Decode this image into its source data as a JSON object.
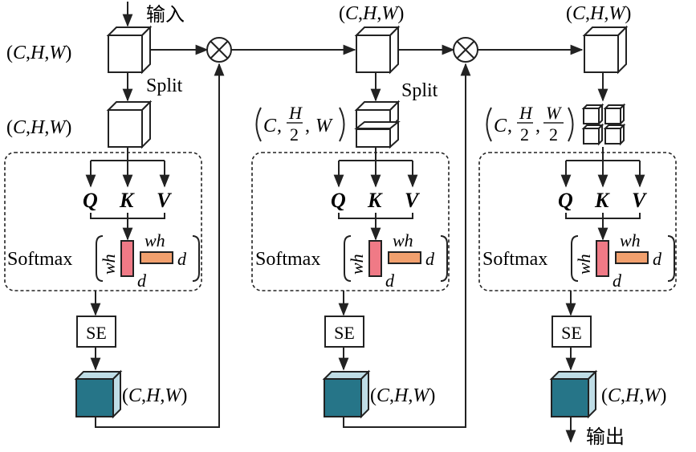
{
  "input_label": "输入",
  "output_label": "输出",
  "split_label": "Split",
  "se_label": "SE",
  "softmax_label": "Softmax",
  "q_label": "Q",
  "k_label": "K",
  "v_label": "V",
  "wh_label": "wh",
  "d_label": "d",
  "C": "C",
  "H": "H",
  "W": "W",
  "two": "2",
  "comma": ",",
  "multiply_symbol": "×",
  "colors": {
    "cube_output_face": "#267588",
    "cube_output_side": "#bfdde6",
    "bar_vertical": "#f07a86",
    "bar_horizontal": "#f1a06e",
    "stroke": "#222222"
  }
}
